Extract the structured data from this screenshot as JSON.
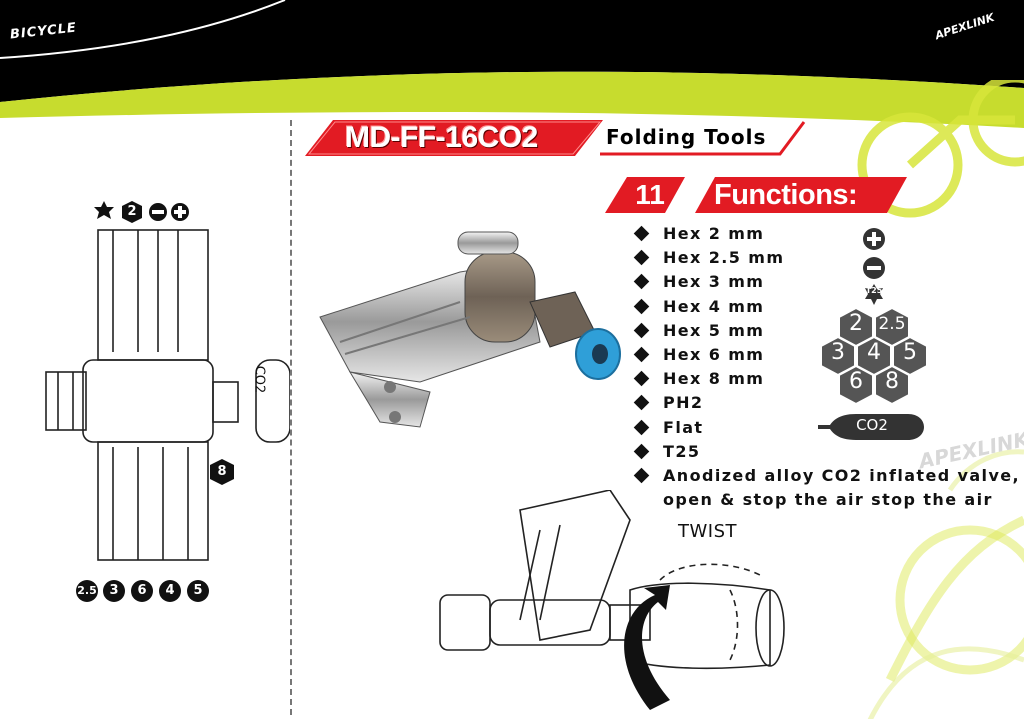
{
  "header": {
    "category": "BICYCLE",
    "brand": "APEXLINK",
    "colors": {
      "black": "#000000",
      "lime": "#c7dc2e",
      "red": "#e21b23"
    }
  },
  "product": {
    "model": "MD-FF-16CO2",
    "subtitle": "Folding Tools"
  },
  "functions": {
    "count": "11",
    "title": "Functions:",
    "items": [
      "Hex 2 mm",
      "Hex 2.5 mm",
      "Hex 3 mm",
      "Hex 4 mm",
      "Hex 5 mm",
      "Hex 6 mm",
      "Hex 8 mm",
      "PH2",
      "Flat",
      "T25",
      "Anodized alloy CO2 inflated valve,",
      "open & stop the air stop the air"
    ]
  },
  "icon_legend": {
    "phillips": "plus-icon",
    "flat": "minus-icon",
    "torx": "T25",
    "hex_sizes": [
      "2",
      "2.5",
      "3",
      "4",
      "5",
      "6",
      "8"
    ],
    "co2": "CO2"
  },
  "diagram": {
    "top_labels": [
      "2"
    ],
    "side_label": "8",
    "cartridge_label": "CO2",
    "bottom_labels": [
      "2.5",
      "3",
      "6",
      "4",
      "5"
    ],
    "twist_label": "TWIST"
  }
}
